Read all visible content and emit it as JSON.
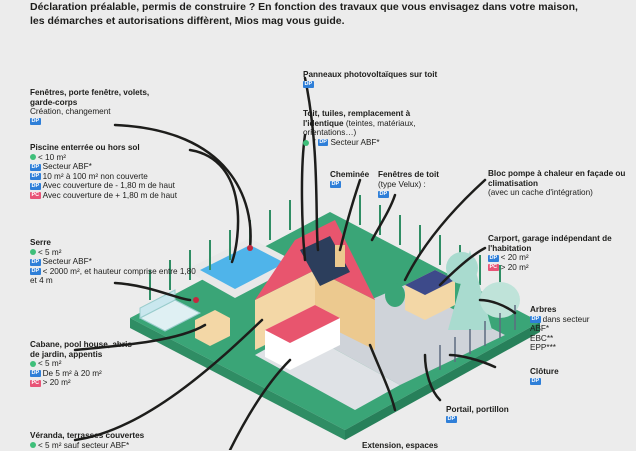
{
  "intro": "Déclaration préalable, permis de construire ? En fonction des travaux que vous envisagez dans votre maison, les démarches et autorisations diffèrent, Mios mag vous guide.",
  "badges": {
    "dp": "DP",
    "pc": "PC"
  },
  "labels": {
    "fenetres": {
      "title": "Fenêtres, porte fenêtre, volets, garde-corps",
      "line1": "Création, changement"
    },
    "piscine": {
      "title": "Piscine enterrée ou hors sol",
      "l1": "< 10 m²",
      "l2": "Secteur ABF*",
      "l3": "10 m² à 100 m² non couverte",
      "l4": "Avec couverture de - 1,80 m de haut",
      "l5": "Avec couverture de + 1,80 m de haut"
    },
    "serre": {
      "title": "Serre",
      "l1": "< 5 m²",
      "l2": "Secteur ABF*",
      "l3": "< 2000 m², et hauteur comprise entre 1,80 et 4 m"
    },
    "cabane": {
      "title": "Cabane, pool house, abris de jardin, appentis",
      "l1": "< 5 m²",
      "l2": "De 5 m² à 20 m²",
      "l3": "> 20 m²"
    },
    "veranda": {
      "title": "Véranda, terrasses couvertes",
      "l1": "< 5 m² sauf secteur ABF*"
    },
    "panneaux": {
      "title": "Panneaux photovoltaïques sur toit"
    },
    "toit": {
      "title": "Toit, tuiles, remplacement à l'identique",
      "sub": " (teintes, matériaux, orientations…)",
      "l1": " / ",
      "l1b": "Secteur ABF*"
    },
    "cheminee": {
      "title": "Cheminée"
    },
    "fenetres_toit": {
      "title": "Fenêtres de toit",
      "sub": "(type Velux) :"
    },
    "bloc": {
      "title": "Bloc pompe à chaleur en façade ou climatisation",
      "sub": "(avec un cache d'intégration)"
    },
    "carport": {
      "title": "Carport, garage indépendant de l'habitation",
      "l1": "< 20 m²",
      "l2": "> 20 m²"
    },
    "arbres": {
      "title": "Arbres",
      "l1": "dans secteur",
      "l2": "ABF*",
      "l3": "EBC**",
      "l4": "EPP***"
    },
    "cloture": {
      "title": "Clôture"
    },
    "portail": {
      "title": "Portail, portillon"
    },
    "extension": {
      "title": "Extension, espaces"
    }
  },
  "colors": {
    "grass": "#3aa577",
    "water": "#4fb4ea",
    "roof": "#e8556e",
    "wall": "#f3d7a6",
    "path": "#cfd3d9",
    "tree": "#a9dbcf",
    "dp": "#2f7fd8",
    "pc": "#e85577",
    "dot": "#3fbf7a"
  }
}
